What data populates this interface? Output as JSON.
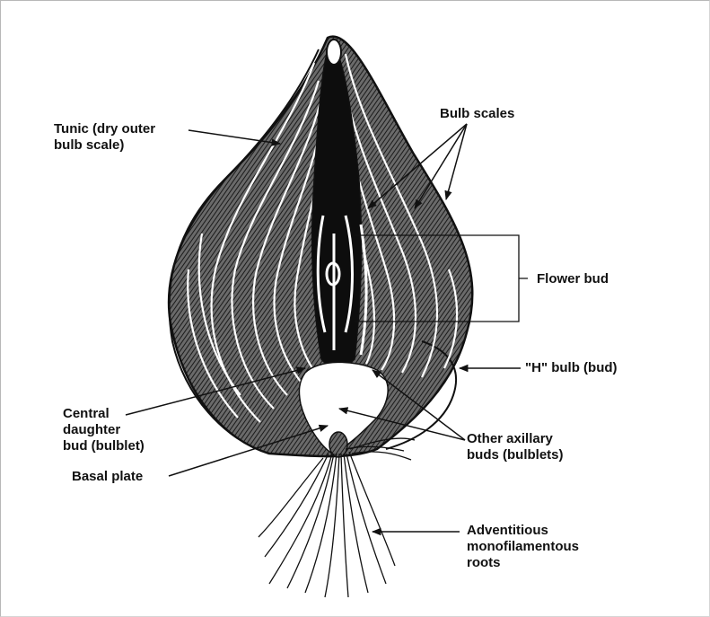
{
  "diagram": {
    "labels": {
      "tunic": [
        "Tunic (dry outer",
        "bulb scale)"
      ],
      "bulb_scales": "Bulb scales",
      "flower_bud": "Flower bud",
      "h_bulb": "\"H\" bulb (bud)",
      "central_daughter": [
        "Central",
        "daughter",
        "bud (bulblet)"
      ],
      "other_axillary": [
        "Other axillary",
        "buds (bulblets)"
      ],
      "basal_plate": "Basal plate",
      "adventitious": [
        "Adventitious",
        "monofilamentous",
        "roots"
      ]
    }
  }
}
